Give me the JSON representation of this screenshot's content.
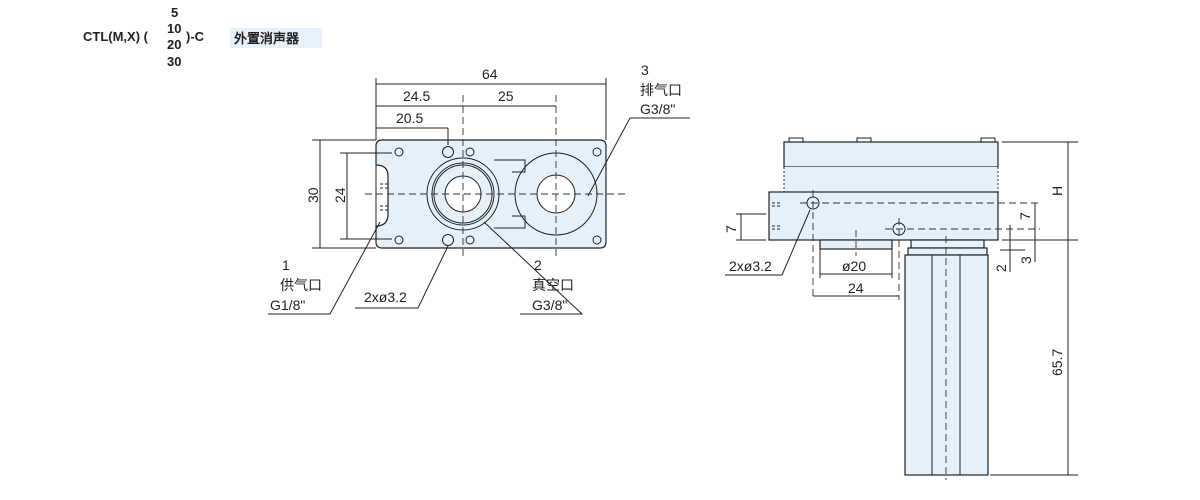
{
  "title": {
    "model": "CTL(M,X) (",
    "options": [
      "5",
      "10",
      "20",
      "30"
    ],
    "suffix": ")-C",
    "badge": "外置消声器"
  },
  "front_view": {
    "dims": {
      "total_width": "64",
      "left_offset": "24.5",
      "port_spacing": "25",
      "hole_offset": "20.5",
      "height": "30",
      "hole_spacing": "24"
    },
    "ports": [
      {
        "num": "1",
        "name": "供气口",
        "thread": "G1/8\""
      },
      {
        "num": "2",
        "name": "真空口",
        "thread": "G3/8\""
      },
      {
        "num": "3",
        "name": "排气口",
        "thread": "G3/8\""
      }
    ],
    "holes": "2xø3.2"
  },
  "side_view": {
    "dims": {
      "height": "H",
      "length": "65.7",
      "left_7": "7",
      "right_7": "7",
      "dim_2": "2",
      "dim_3": "3",
      "boss_dia": "ø20",
      "hole_spacing": "24"
    },
    "holes": "2xø3.2"
  },
  "colors": {
    "fill": "#e4f1fb",
    "badge": "#e6f1fb",
    "line": "#222222"
  }
}
